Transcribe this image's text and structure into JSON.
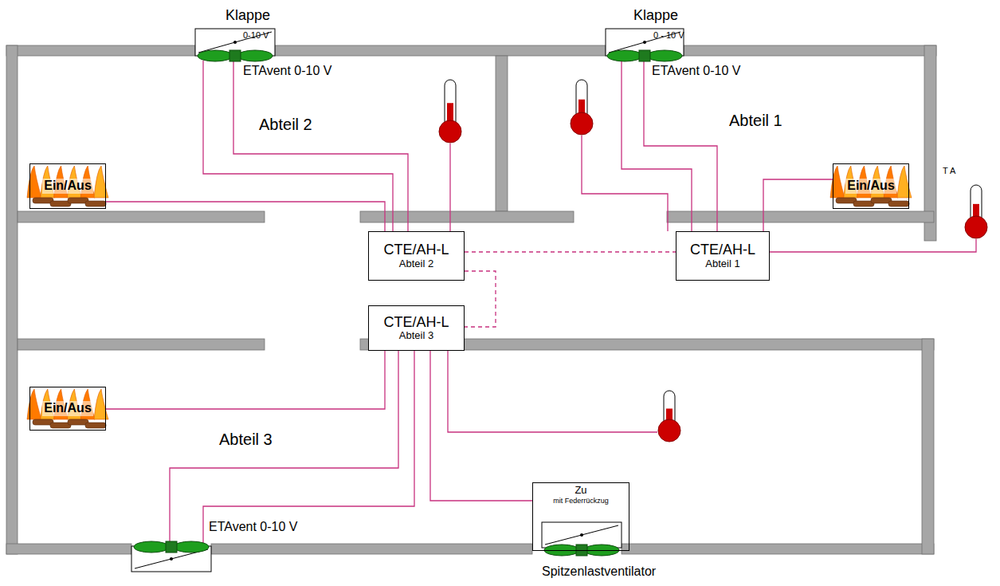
{
  "diagram": {
    "nodes": [
      {
        "text": [
          "Ein/Aus"
        ]
      },
      {
        "text": [
          "Ein/Aus"
        ]
      },
      {
        "text": [
          "CTE/AH-L",
          "Abteil 2"
        ]
      },
      {
        "text": [
          "CTE/AH-L",
          "Abteil 1"
        ]
      },
      {
        "text": [
          "CTE/AH-L",
          "Abteil 3"
        ]
      },
      {
        "text": [
          "Ein/Aus"
        ]
      },
      {
        "text": [
          "Zu",
          "mit Federrückzug"
        ]
      }
    ],
    "edges": [
      {
        "from": 0,
        "to": 2,
        "arrow": "none"
      },
      {
        "from": 1,
        "to": 3,
        "arrow": "none"
      },
      {
        "from": 2,
        "to": 3,
        "arrow": "none"
      },
      {
        "from": 2,
        "to": 4,
        "arrow": "none"
      },
      {
        "from": 4,
        "to": 5,
        "arrow": "none"
      },
      {
        "from": 4,
        "to": 6,
        "arrow": "none"
      }
    ],
    "labels": [
      "Klappe",
      "0-10 V",
      "Klappe",
      "0 - 10 V",
      "ETAvent 0-10 V",
      "ETAvent 0-10 V",
      "Abteil 2",
      "Abteil 1",
      "T A",
      "Abteil 3",
      "ETAvent 0-10 V",
      "Spitzenlastventilator"
    ]
  }
}
